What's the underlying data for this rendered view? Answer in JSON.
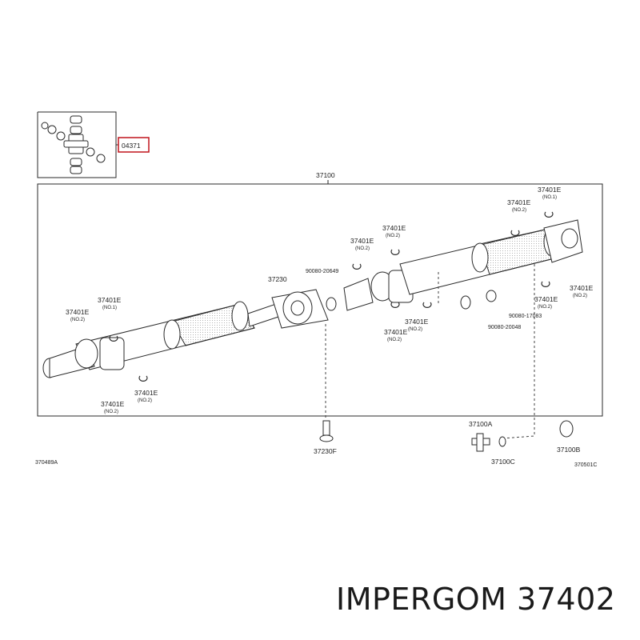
{
  "diagram": {
    "colors": {
      "line": "#2a2a2a",
      "highlight": "#c0141c",
      "shade": "#cfcfcf",
      "dash": "#444444"
    },
    "inset_label": "04371",
    "assembly_label": "37100",
    "labels": {
      "spider_bottom_left_top_a": "37401E",
      "spider_bottom_left_top_a_sub": "(NO.1)",
      "spider_bottom_left_top_b": "37401E",
      "spider_bottom_left_top_b_sub": "(NO.2)",
      "spider_bottom_left_low_a": "37401E",
      "spider_bottom_left_low_a_sub": "(NO.2)",
      "spider_bottom_left_low_b": "37401E",
      "spider_bottom_left_low_b_sub": "(NO.2)",
      "center_bearing": "37230",
      "bolt_center": "37230F",
      "nut_mid": "90080-20649",
      "mid_snap_a": "37401E",
      "mid_snap_a_sub": "(NO.2)",
      "mid_snap_b": "37401E",
      "mid_snap_b_sub": "(NO.2)",
      "mid_snap_c": "37401E",
      "mid_snap_c_sub": "(NO.2)",
      "mid_snap_d": "37401E",
      "mid_snap_d_sub": "(NO.2)",
      "right_snap_a": "37401E",
      "right_snap_a_sub": "(NO.1)",
      "right_snap_b": "37401E",
      "right_snap_b_sub": "(NO.2)",
      "right_snap_c": "37401E",
      "right_snap_c_sub": "(NO.2)",
      "right_snap_d": "37401E",
      "right_snap_d_sub": "(NO.2)",
      "washer_right": "90080-17083",
      "nut_right": "90080-20048",
      "flange_bolt": "37100A",
      "flange_washer": "37100C",
      "flange_nut": "37100B",
      "ref_left": "370489A",
      "ref_right": "370501C"
    }
  },
  "caption": "IMPERGOM 37402"
}
